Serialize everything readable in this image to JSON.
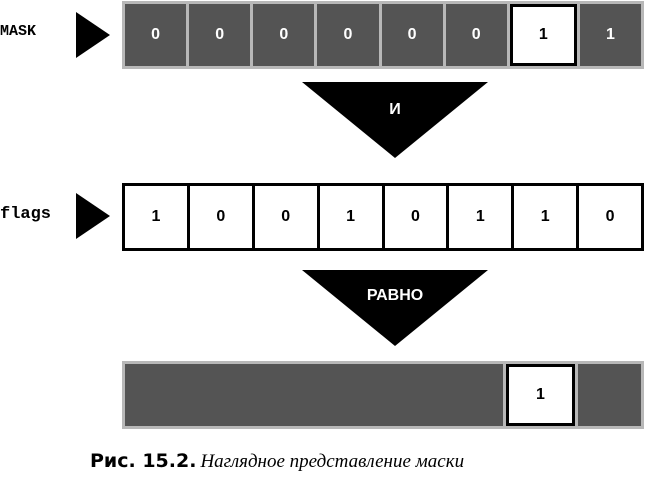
{
  "mask_row": {
    "label": "MASK",
    "bits": [
      "0",
      "0",
      "0",
      "0",
      "0",
      "0",
      "1",
      "1"
    ],
    "highlight_index": 6
  },
  "operator_and": {
    "label": "И"
  },
  "flags_row": {
    "label": "flags",
    "bits": [
      "1",
      "0",
      "0",
      "1",
      "0",
      "1",
      "1",
      "0"
    ]
  },
  "operator_equals": {
    "label": "РАВНО"
  },
  "result_row": {
    "segments": [
      {
        "type": "blank",
        "span": 6,
        "value": ""
      },
      {
        "type": "highlight",
        "span": 1,
        "value": "1"
      },
      {
        "type": "blank",
        "span": 1,
        "value": ""
      }
    ]
  },
  "caption": {
    "figure_number": "Рис. 15.2.",
    "text": "Наглядное представление маски"
  },
  "colors": {
    "dark_cell": "#545454",
    "register_frame": "#b8b8b8",
    "arrow": "#000000"
  }
}
